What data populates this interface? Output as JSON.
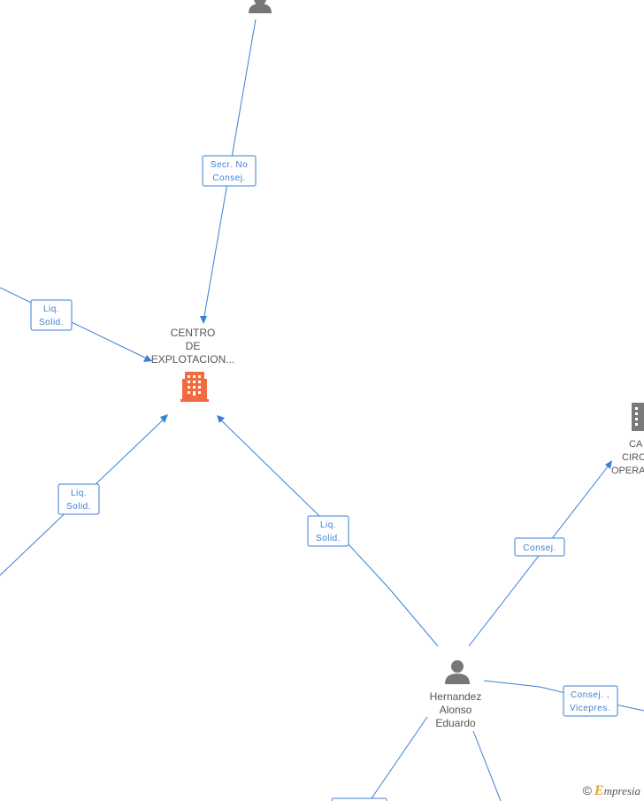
{
  "nodes": {
    "center_company": {
      "label": [
        "CENTRO",
        "DE",
        "EXPLOTACION..."
      ],
      "color": "#f26a3d"
    },
    "right_company": {
      "label": [
        "CA",
        "CIRC",
        "OPERA"
      ],
      "color": "#7a7a7a"
    },
    "hernandez": {
      "label": [
        "Hernandez",
        "Alonso",
        "Eduardo"
      ]
    },
    "top_person": {
      "label": []
    }
  },
  "edges": {
    "top_to_center": [
      "Secr.  No",
      "Consej."
    ],
    "left_to_center": [
      "Liq.",
      "Solid."
    ],
    "lower_left_to_center": [
      "Liq.",
      "Solid."
    ],
    "hernandez_to_center": [
      "Liq.",
      "Solid."
    ],
    "hernandez_to_right": [
      "Consej."
    ],
    "hernandez_to_far_right": [
      "Consej. ,",
      "Vicepres."
    ]
  },
  "colors": {
    "edge": "#3a7fd5",
    "person": "#777777"
  },
  "watermark": {
    "copyright": "©",
    "brand_initial": "E",
    "brand_rest": "mpresia"
  }
}
